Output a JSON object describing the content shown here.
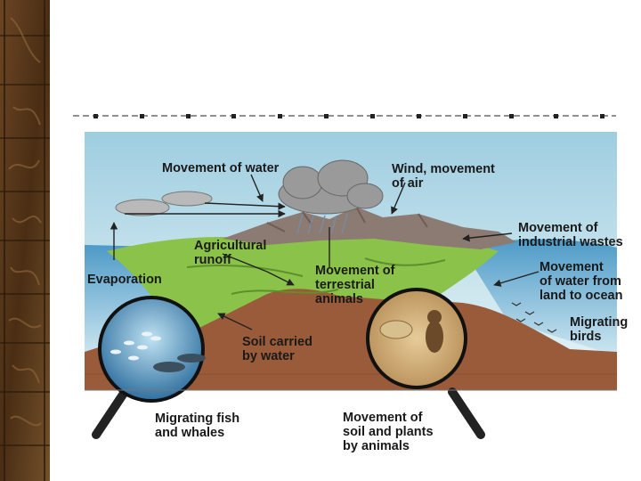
{
  "labels": {
    "movement_of_water": "Movement of water",
    "wind": "Wind, movement\nof air",
    "industrial": "Movement of\nindustrial wastes",
    "agricultural": "Agricultural\nrunoff",
    "evaporation": "Evaporation",
    "terrestrial": "Movement of\nterrestrial\nanimals",
    "water_to_ocean": "Movement\nof water from\nland to ocean",
    "migrating_birds": "Migrating\nbirds",
    "soil_carried": "Soil carried\nby water",
    "fish_whales": "Migrating fish\nand whales",
    "soil_plants": "Movement of\nsoil and plants\nby animals"
  },
  "colors": {
    "sidebar": "#5a3a1c",
    "sky_top": "#a9d3e0",
    "sky_bottom": "#e8f4f6",
    "land": "#8bc34a",
    "soil": "#9a5b3a",
    "water": "#2f7fb6"
  },
  "icons": [
    "cloud-icon",
    "magnifier-icon",
    "bird-icon",
    "fish-icon",
    "whale-icon",
    "prairie-dog-icon"
  ]
}
